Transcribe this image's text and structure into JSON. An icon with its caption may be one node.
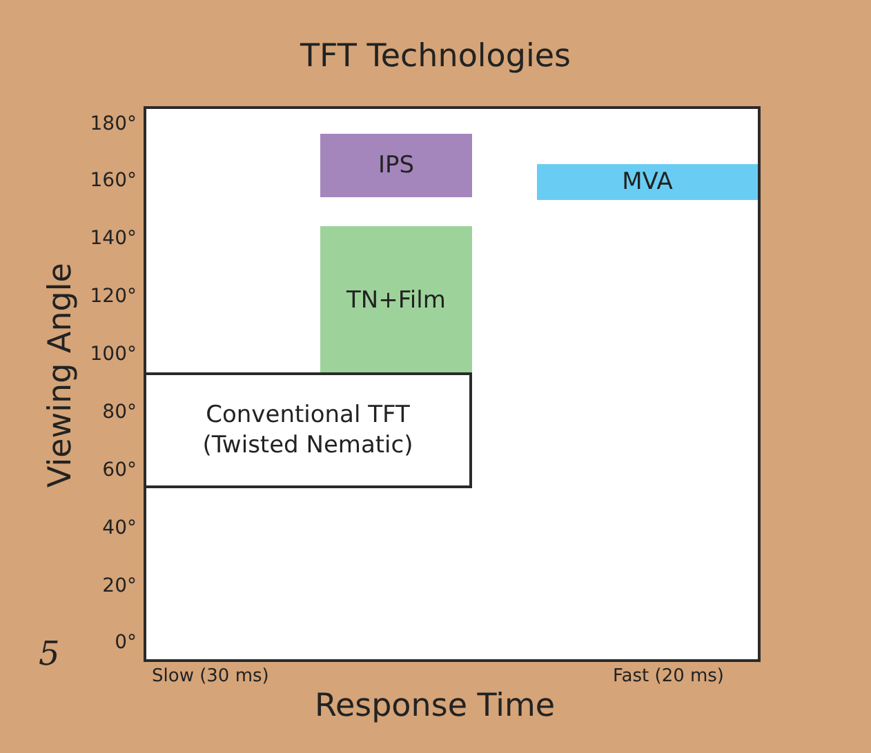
{
  "diagram": {
    "title": "TFT Technologies",
    "nodes": [
      {
        "text": [
          "IPS"
        ]
      },
      {
        "text": [
          "MVA"
        ]
      },
      {
        "text": [
          "TN+Film"
        ]
      },
      {
        "text": [
          "Conventional TFT (Twisted Nematic)"
        ]
      }
    ],
    "edges": [],
    "labels": [
      "180°",
      "160°",
      "140°",
      "120°",
      "100°",
      "80°",
      "60°",
      "40°",
      "20°",
      "0°",
      "Viewing Angle",
      "5",
      "Slow (30 ms)",
      "Fast (20 ms)",
      "Response Time"
    ]
  }
}
